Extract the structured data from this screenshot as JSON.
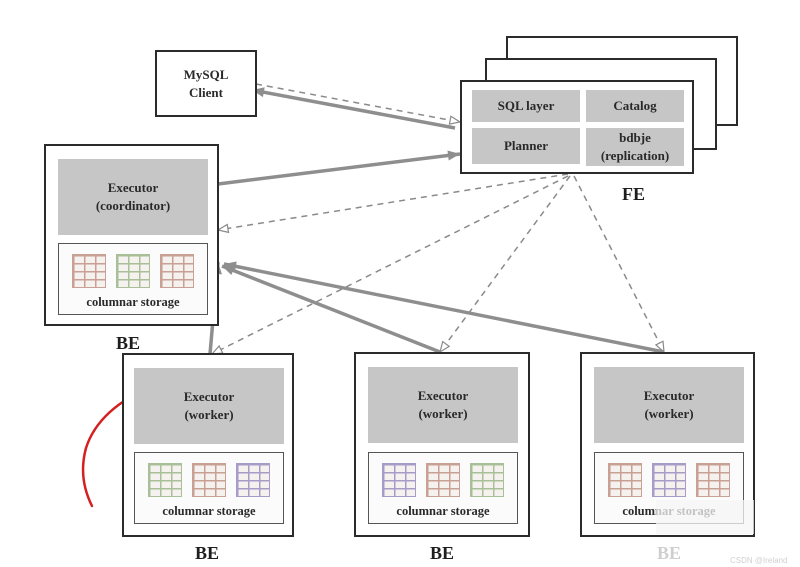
{
  "mysql_client": {
    "line1": "MySQL",
    "line2": "Client"
  },
  "fe": {
    "sql_layer": "SQL layer",
    "catalog": "Catalog",
    "planner": "Planner",
    "bdbje_line1": "bdbje",
    "bdbje_line2": "(replication)",
    "label": "FE"
  },
  "be_coordinator": {
    "executor_line1": "Executor",
    "executor_line2": "(coordinator)",
    "storage_label": "columnar storage",
    "label": "BE"
  },
  "be_workers": [
    {
      "executor_line1": "Executor",
      "executor_line2": "(worker)",
      "storage_label": "columnar storage",
      "label": "BE"
    },
    {
      "executor_line1": "Executor",
      "executor_line2": "(worker)",
      "storage_label": "columnar storage",
      "label": "BE"
    },
    {
      "executor_line1": "Executor",
      "executor_line2": "(worker)",
      "storage_label": "columnar storage",
      "label": "BE"
    }
  ],
  "watermark": "CSDN @Ireland",
  "colors": {
    "table_red": "#c9a094",
    "table_green": "#a9bf98",
    "table_purple": "#a79cc7",
    "annotation_red": "#d42020",
    "arrow_gray": "#8e8e8e"
  },
  "tables": {
    "coordinator": [
      "red",
      "green",
      "red"
    ],
    "worker_1": [
      "green",
      "red",
      "purple"
    ],
    "worker_2": [
      "purple",
      "red",
      "green"
    ],
    "worker_3": [
      "red",
      "purple",
      "red"
    ]
  }
}
